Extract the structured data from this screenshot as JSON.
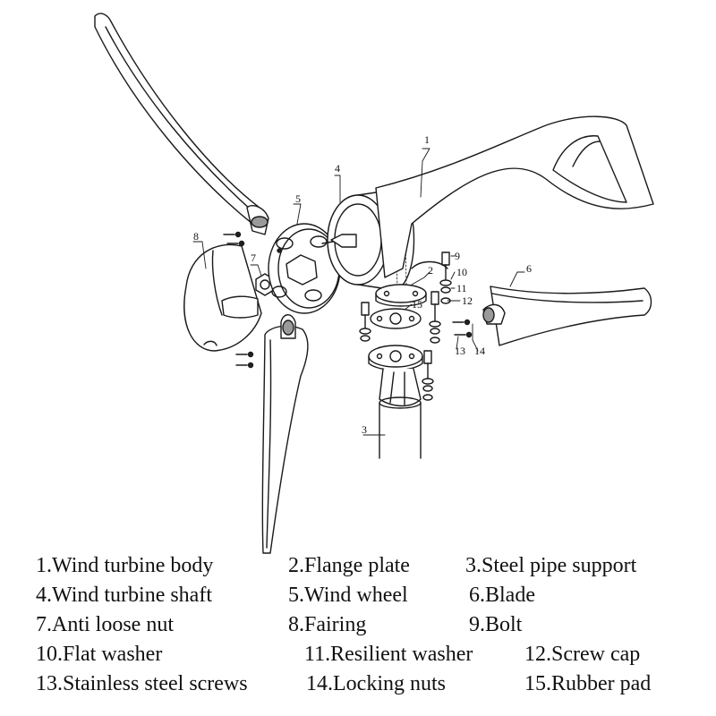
{
  "callouts": {
    "c1": "1",
    "c2": "2",
    "c3": "3",
    "c4": "4",
    "c5": "5",
    "c6": "6",
    "c7": "7",
    "c8": "8",
    "c9": "9",
    "c10": "10",
    "c11": "11",
    "c12": "12",
    "c13": "13",
    "c14": "14",
    "c15": "15"
  },
  "legend": [
    "1.Wind turbine body",
    "2.Flange plate",
    "3.Steel pipe support",
    "4.Wind turbine shaft",
    "5.Wind wheel",
    "6.Blade",
    "7.Anti loose nut",
    "8.Fairing",
    "9.Bolt",
    "10.Flat washer",
    "11.Resilient washer",
    "12.Screw cap",
    "13.Stainless steel screws",
    "14.Locking nuts",
    "15.Rubber pad"
  ]
}
